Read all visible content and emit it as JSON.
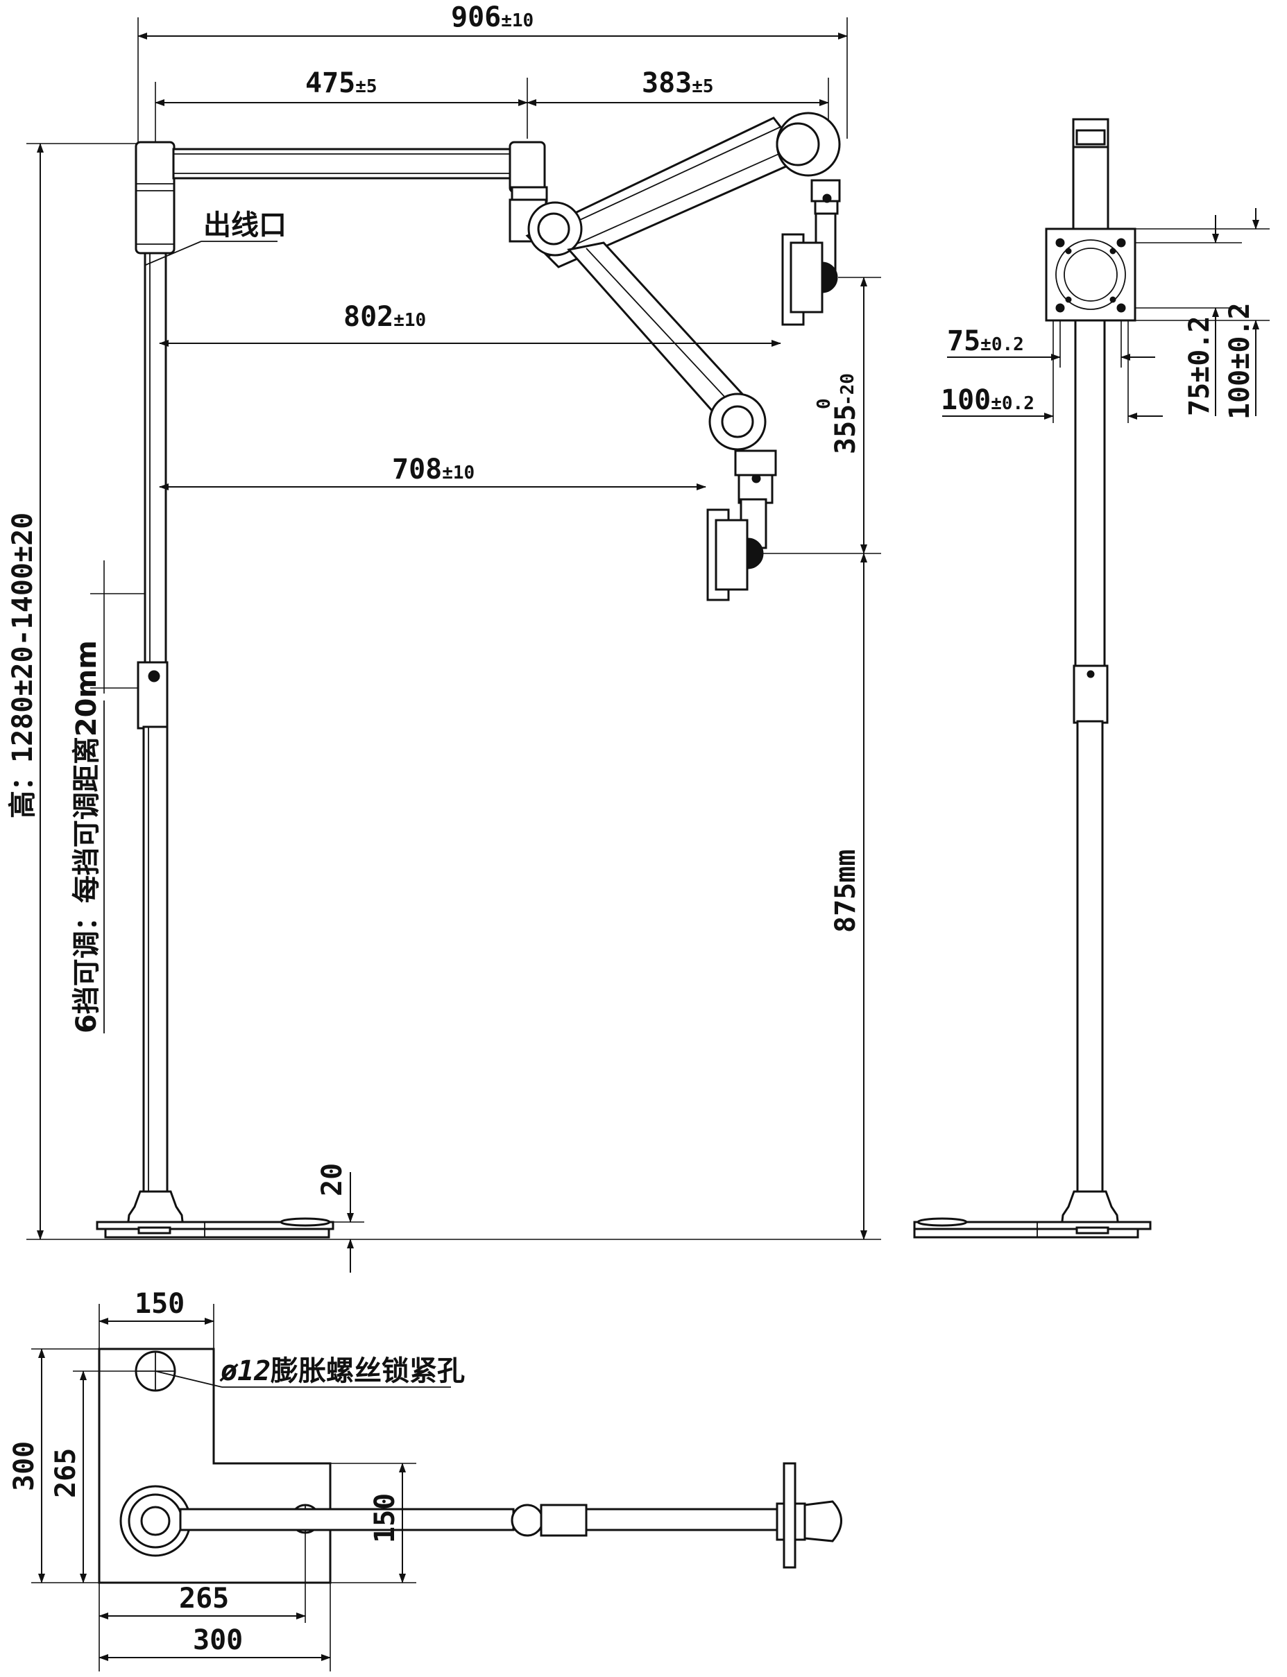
{
  "front_view": {
    "dim_total_width": "906",
    "dim_total_width_tol": "±10",
    "dim_arm1": "475",
    "dim_arm1_tol": "±5",
    "dim_arm2": "383",
    "dim_arm2_tol": "±5",
    "dim_reach_upper": "802",
    "dim_reach_upper_tol": "±10",
    "dim_reach_lower": "708",
    "dim_reach_lower_tol": "±10",
    "dim_vertical_travel": "355",
    "dim_vertical_travel_tol_upper": "0",
    "dim_vertical_travel_tol_lower": "-20",
    "dim_mount_height": "875mm",
    "dim_base_thickness": "20",
    "label_cable_outlet": "出线口",
    "label_height": "高：1280±20-1400±20",
    "label_adjust": "6挡可调：每挡可调距离20mm"
  },
  "side_view": {
    "dim_vesa_small_h": "75",
    "dim_vesa_small_h_tol": "±0.2",
    "dim_vesa_large_h": "100",
    "dim_vesa_large_h_tol": "±0.2",
    "dim_vesa_small_v": "75±0.2",
    "dim_vesa_large_v": "100±0.2"
  },
  "top_view": {
    "dim_top_width": "150",
    "dim_depth_total": "300",
    "dim_depth_inner": "265",
    "dim_arm_width": "150",
    "dim_base_inner": "265",
    "dim_base_total": "300",
    "label_hole_diameter": "ø12",
    "label_hole": "膨胀螺丝锁紧孔"
  }
}
